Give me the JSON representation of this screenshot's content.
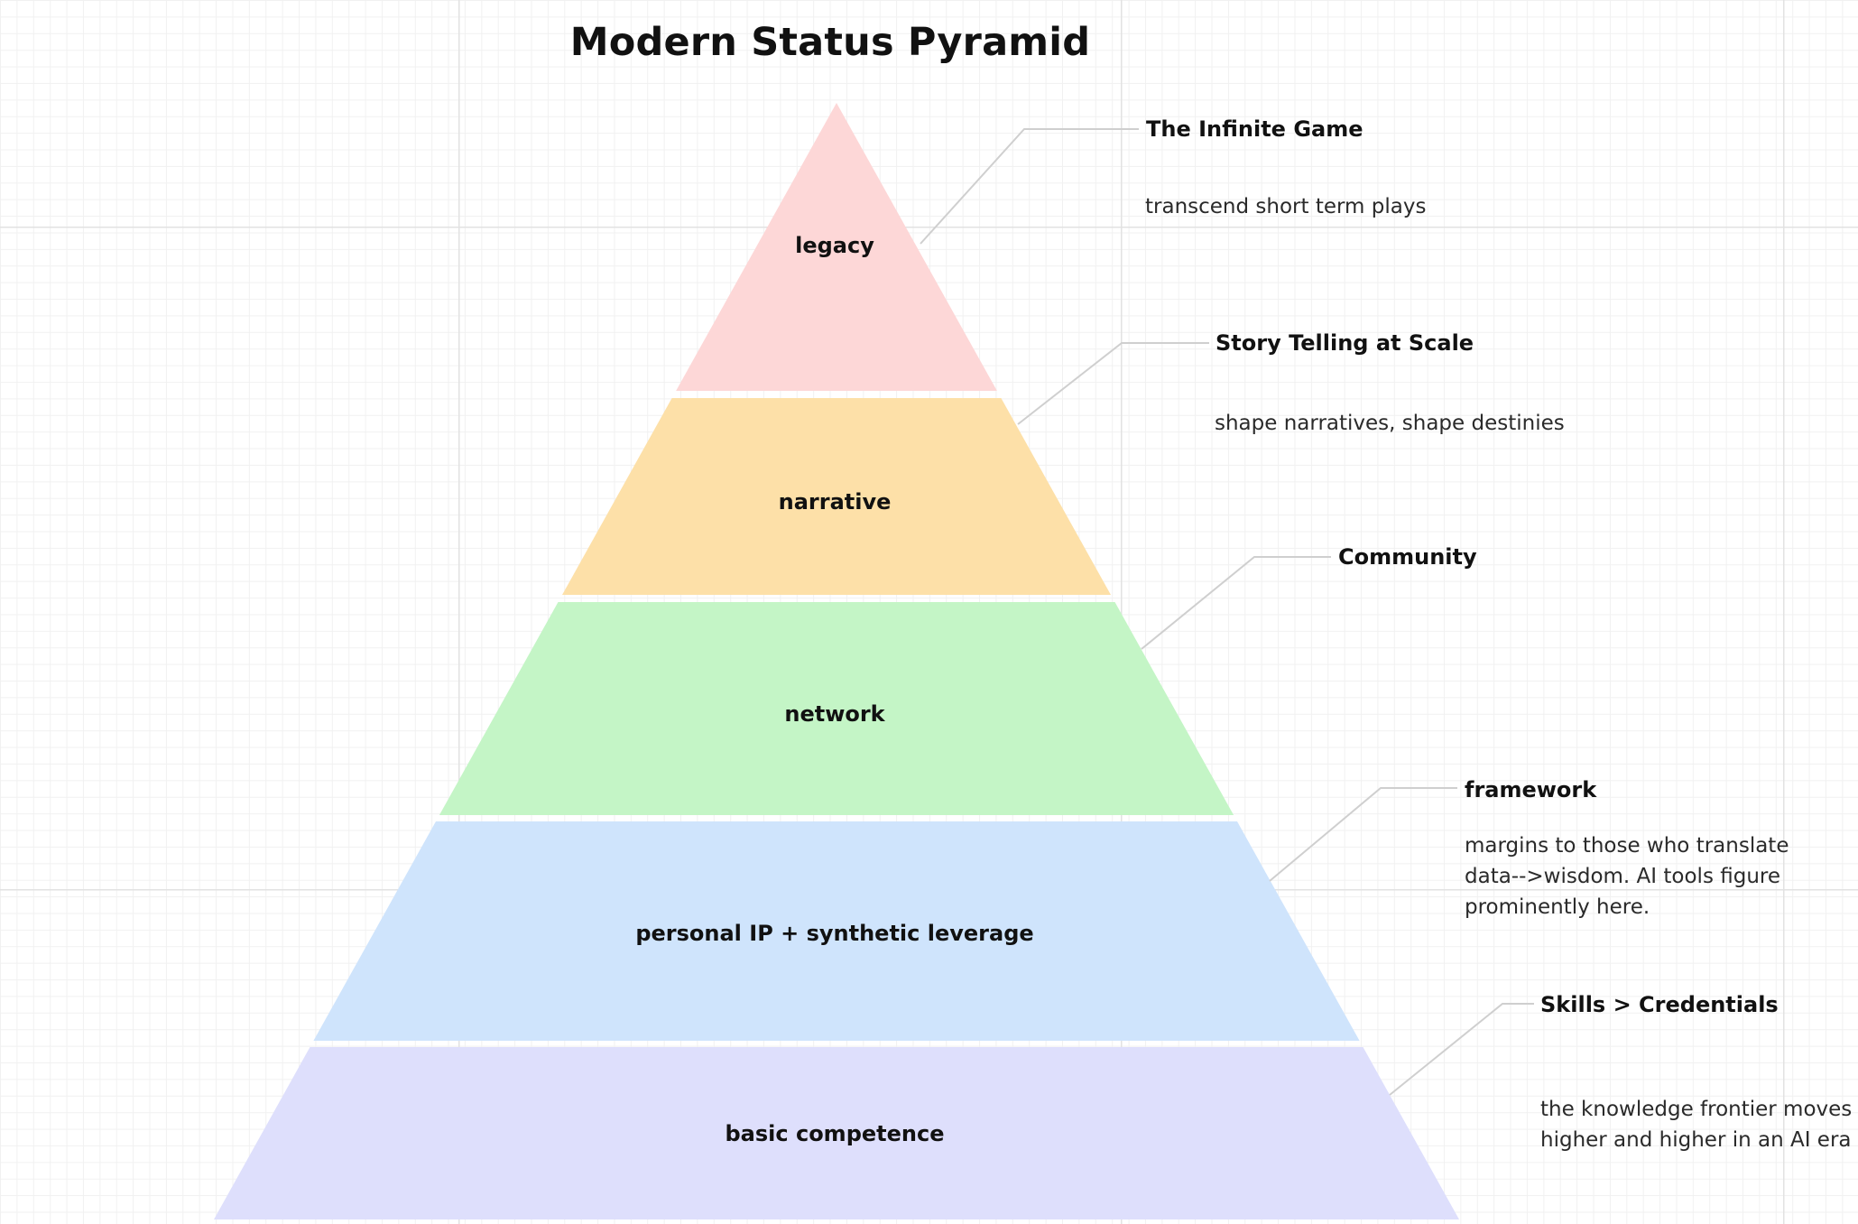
{
  "title": "Modern Status Pyramid",
  "tiers": [
    {
      "label": "legacy",
      "color": "#fdd7d7"
    },
    {
      "label": "narrative",
      "color": "#fde0a8"
    },
    {
      "label": "network",
      "color": "#c4f5c6"
    },
    {
      "label": "personal IP + synthetic leverage",
      "color": "#cfe4fc"
    },
    {
      "label": "basic competence",
      "color": "#dedffc"
    }
  ],
  "notes": [
    {
      "title": "The Infinite Game",
      "desc": "transcend short term plays"
    },
    {
      "title": "Story Telling at Scale",
      "desc": "shape narratives, shape destinies"
    },
    {
      "title": "Community",
      "desc": ""
    },
    {
      "title": "framework",
      "desc": "margins to those who translate data-->wisdom. AI tools figure prominently here."
    },
    {
      "title": "Skills > Credentials",
      "desc": "the knowledge frontier moves higher and higher in an AI era"
    }
  ]
}
